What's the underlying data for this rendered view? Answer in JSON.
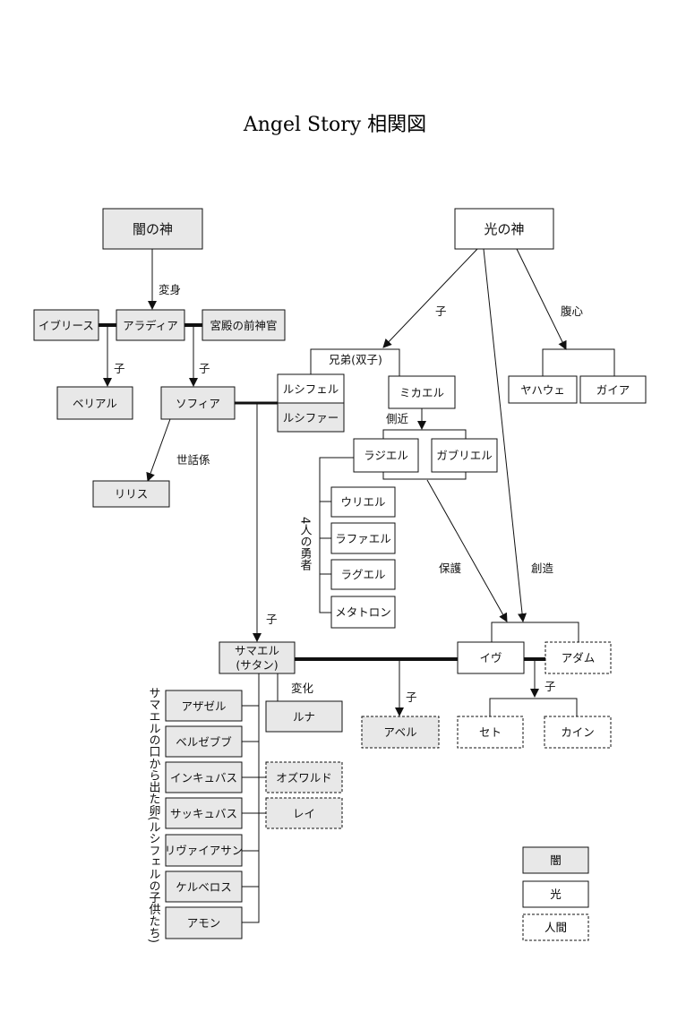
{
  "title": "Angel Story 相関図",
  "colors": {
    "dark_fill": "#e8e8e8",
    "light_fill": "#ffffff",
    "human_fill": "#ffffff",
    "line": "#111111"
  },
  "nodes": {
    "yami_no_kami": "闇の神",
    "hikari_no_kami": "光の神",
    "iblis": "イブリース",
    "aradia": "アラディア",
    "shinkan": "宮殿の前神官",
    "berial": "ベリアル",
    "sofia": "ソフィア",
    "lilith": "リリス",
    "kyodai": "兄弟(双子)",
    "lucifer": "ルシフェル",
    "lucifar": "ルシファー",
    "michael": "ミカエル",
    "yahweh": "ヤハウェ",
    "gaia": "ガイア",
    "raziel": "ラジエル",
    "gabriel": "ガブリエル",
    "uriel": "ウリエル",
    "raphael": "ラファエル",
    "raguel": "ラグエル",
    "metatron": "メタトロン",
    "samael_1": "サマエル",
    "samael_2": "(サタン)",
    "eve": "イヴ",
    "adam": "アダム",
    "abel": "アベル",
    "seth": "セト",
    "cain": "カイン",
    "luna": "ルナ",
    "azazel": "アザゼル",
    "beelzebub": "ベルゼブブ",
    "incubus": "インキュバス",
    "succubus": "サッキュバス",
    "leviathan": "リヴァイアサン",
    "cerberus": "ケルベロス",
    "amon": "アモン",
    "oswald": "オズワルド",
    "rei": "レイ"
  },
  "labels": {
    "henshin": "変身",
    "ko": "子",
    "fukushin": "腹心",
    "sewagakari": "世話係",
    "sokkin": "側近",
    "yonin": "4人の勇者",
    "hogo": "保護",
    "souzou": "創造",
    "henka": "変化",
    "eggs": "サマエルの口から出た卵(ルシフェルの子供たち)"
  },
  "legend": {
    "dark": "闇",
    "light": "光",
    "human": "人間"
  }
}
